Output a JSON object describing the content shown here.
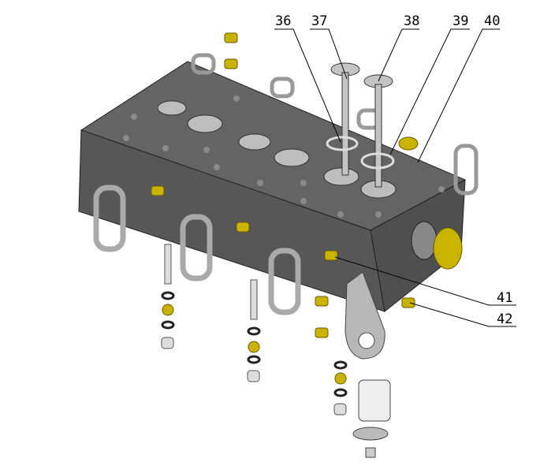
{
  "callouts": [
    {
      "id": "36",
      "text": "36"
    },
    {
      "id": "37",
      "text": "37"
    },
    {
      "id": "38",
      "text": "38"
    },
    {
      "id": "39",
      "text": "39"
    },
    {
      "id": "40",
      "text": "40"
    },
    {
      "id": "41",
      "text": "41"
    },
    {
      "id": "42",
      "text": "42"
    }
  ],
  "colors": {
    "block": "#5b5b5b",
    "block_top": "#636363",
    "block_side": "#4e4e4e",
    "bolt": "#c8b400",
    "gasket": "#a8a8a8",
    "valve": "#bdbdbd"
  }
}
